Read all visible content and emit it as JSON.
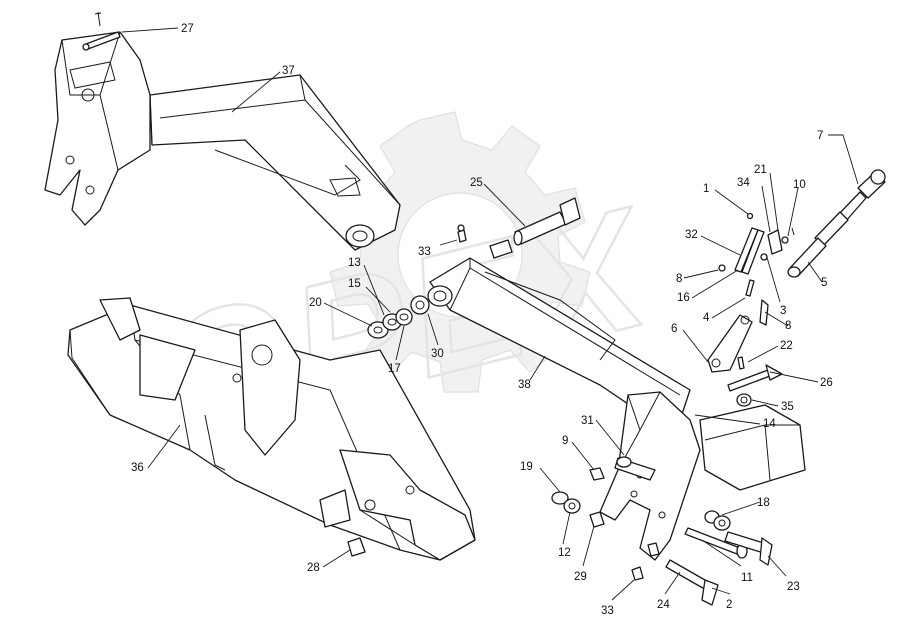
{
  "watermark": {
    "text": "OPEX"
  },
  "corner_mark": "",
  "callouts": [
    "27",
    "37",
    "25",
    "33",
    "13",
    "15",
    "20",
    "17",
    "30",
    "1",
    "34",
    "21",
    "10",
    "7",
    "32",
    "8",
    "16",
    "4",
    "3",
    "5",
    "8",
    "6",
    "22",
    "26",
    "38",
    "35",
    "14",
    "31",
    "9",
    "19",
    "18",
    "36",
    "12",
    "29",
    "11",
    "28",
    "2",
    "23",
    "33",
    "24"
  ]
}
